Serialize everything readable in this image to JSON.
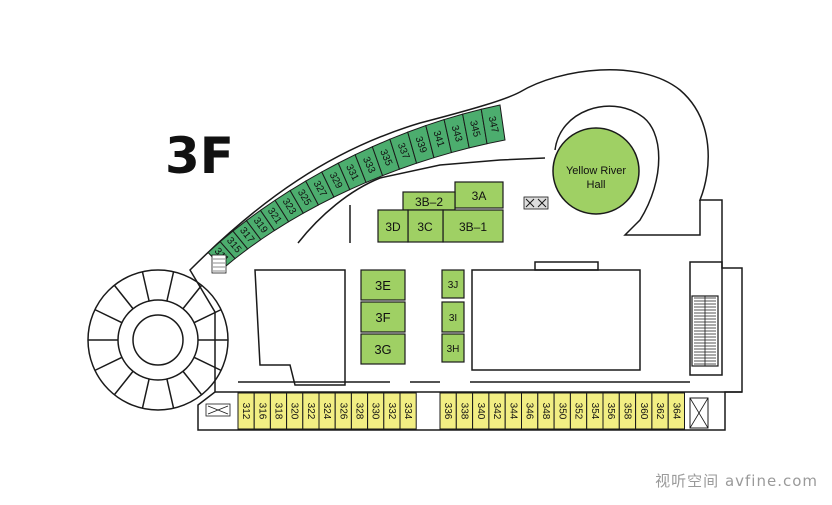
{
  "floor_title": "3F",
  "hall_label": [
    "Yellow River",
    "Hall"
  ],
  "watermark": "视听空间 avfine.com",
  "colors": {
    "green_room": "#4cad6e",
    "lime_room": "#9fd064",
    "yellow_room": "#f2ee83",
    "outline": "#1a1a1a"
  },
  "arc_rooms": [
    "311",
    "315",
    "317",
    "319",
    "321",
    "323",
    "325",
    "327",
    "329",
    "331",
    "333",
    "335",
    "337",
    "339",
    "341",
    "343",
    "345",
    "347"
  ],
  "bottom_rooms_left": [
    "312",
    "316",
    "318",
    "320",
    "322",
    "324",
    "326",
    "328",
    "330",
    "332",
    "334"
  ],
  "bottom_rooms_right": [
    "336",
    "338",
    "340",
    "342",
    "344",
    "346",
    "348",
    "350",
    "352",
    "354",
    "356",
    "358",
    "360",
    "362",
    "364"
  ],
  "meeting_rooms": {
    "r3A": "3A",
    "r3B2": "3B–2",
    "r3B1": "3B–1",
    "r3C": "3C",
    "r3D": "3D",
    "r3E": "3E",
    "r3F": "3F",
    "r3G": "3G",
    "r3J": "3J",
    "r3I": "3I",
    "r3H": "3H"
  }
}
